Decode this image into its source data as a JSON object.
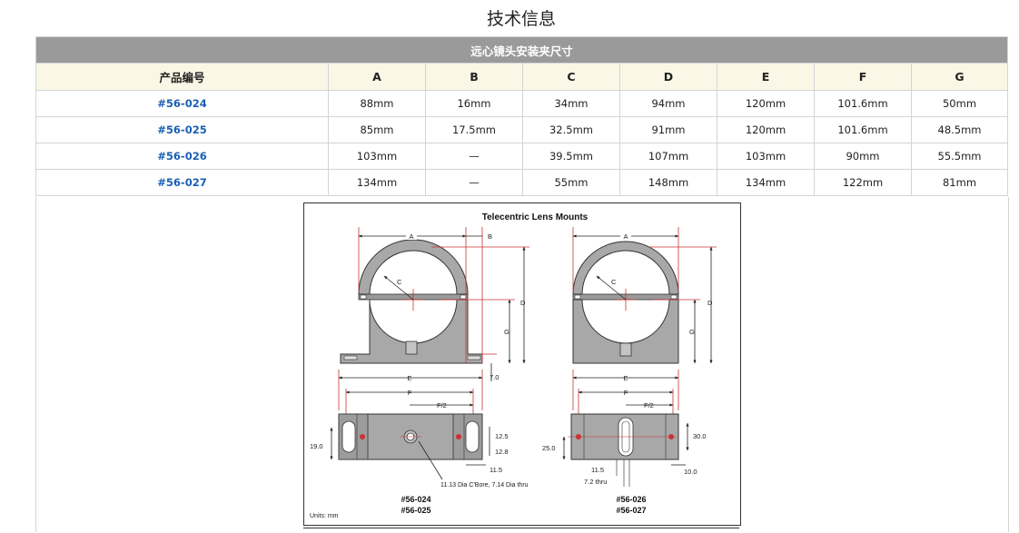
{
  "page": {
    "title": "技术信息"
  },
  "table": {
    "caption": "远心镜头安装夹尺寸",
    "headers": [
      "产品编号",
      "A",
      "B",
      "C",
      "D",
      "E",
      "F",
      "G"
    ],
    "rows": [
      [
        "#56-024",
        "88mm",
        "16mm",
        "34mm",
        "94mm",
        "120mm",
        "101.6mm",
        "50mm"
      ],
      [
        "#56-025",
        "85mm",
        "17.5mm",
        "32.5mm",
        "91mm",
        "120mm",
        "101.6mm",
        "48.5mm"
      ],
      [
        "#56-026",
        "103mm",
        "—",
        "39.5mm",
        "107mm",
        "103mm",
        "90mm",
        "55.5mm"
      ],
      [
        "#56-027",
        "134mm",
        "—",
        "55mm",
        "148mm",
        "134mm",
        "122mm",
        "81mm"
      ]
    ]
  },
  "drawing": {
    "title": "Telecentric Lens Mounts",
    "units": "Units: mm",
    "dims": {
      "a": "A",
      "b": "B",
      "c": "C",
      "d": "D",
      "e": "E",
      "f": "F",
      "g": "G",
      "f2": "F/2",
      "v70": "7.0",
      "v190": "19.0",
      "v125": "12.5",
      "v128": "12.8",
      "v115": "11.5",
      "bore": "11.13 Dia C'Bore, 7.14 Dia thru",
      "v250": "25.0",
      "v300": "30.0",
      "v100": "10.0",
      "thru72": "7.2 thru"
    },
    "labels": {
      "left_1": "#56-024",
      "left_2": "#56-025",
      "right_1": "#56-026",
      "right_2": "#56-027"
    }
  }
}
